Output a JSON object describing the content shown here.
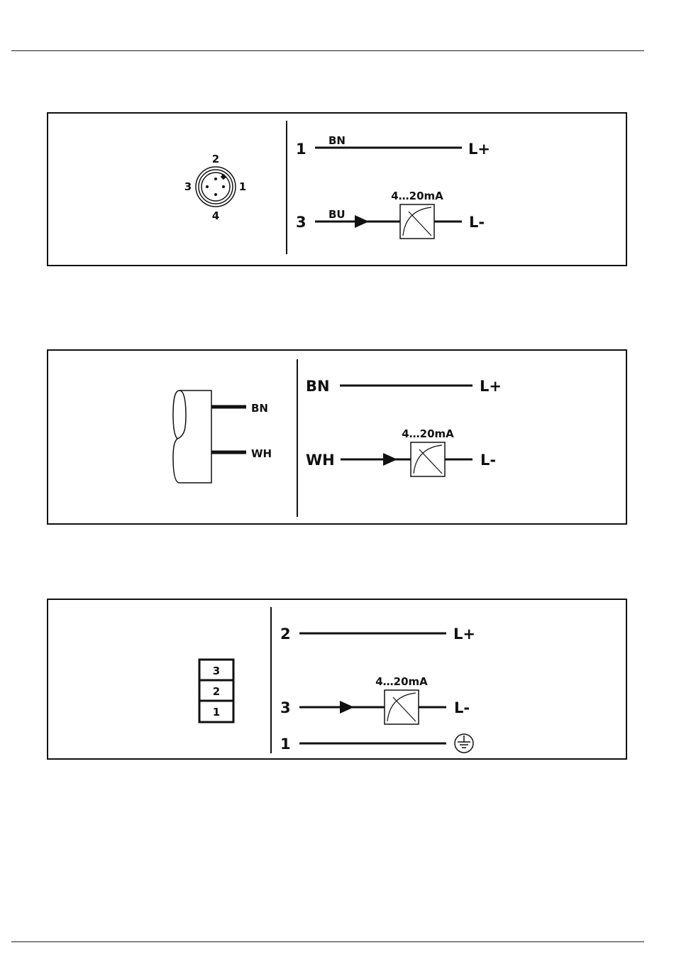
{
  "connector_m12": {
    "pins": [
      "2",
      "3",
      "1",
      "4"
    ],
    "wire_top": {
      "pin": "1",
      "color": "BN",
      "terminal": "L+"
    },
    "wire_bottom": {
      "pin": "3",
      "color": "BU",
      "terminal": "L-"
    },
    "meter_label": "4…20mA"
  },
  "cable": {
    "leads": [
      "BN",
      "WH"
    ],
    "wire_top": {
      "color": "BN",
      "terminal": "L+"
    },
    "wire_bottom": {
      "color": "WH",
      "terminal": "L-"
    },
    "meter_label": "4…20mA"
  },
  "terminal_block": {
    "terminals": [
      "3",
      "2",
      "1"
    ],
    "wire_top": {
      "pin": "2",
      "terminal": "L+"
    },
    "wire_middle": {
      "pin": "3",
      "terminal": "L-"
    },
    "wire_bottom": {
      "pin": "1"
    },
    "meter_label": "4…20mA",
    "ground_icon": "protective-earth-icon"
  }
}
